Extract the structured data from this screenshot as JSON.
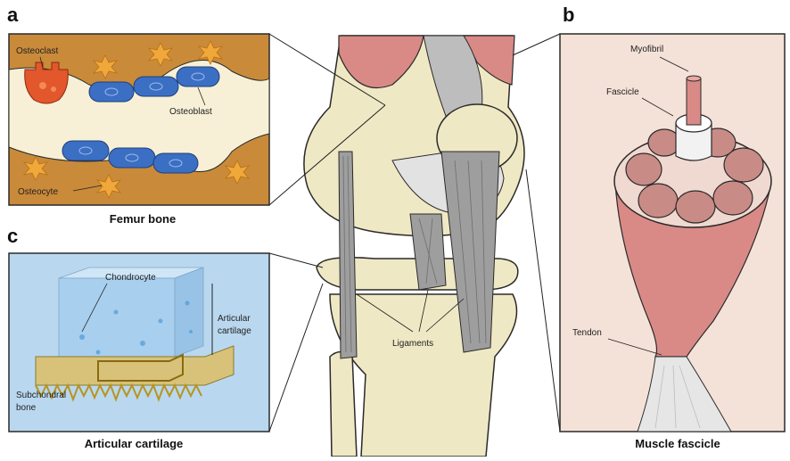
{
  "panels": {
    "a": {
      "letter": "a",
      "caption": "Femur bone",
      "labels": {
        "osteoclast": "Osteoclast",
        "osteoblast": "Osteoblast",
        "osteocyte": "Osteocyte"
      }
    },
    "b": {
      "letter": "b",
      "caption": "Muscle fascicle",
      "labels": {
        "myofibril": "Myofibril",
        "fascicle": "Fascicle",
        "tendon": "Tendon"
      }
    },
    "c": {
      "letter": "c",
      "caption": "Articular cartilage",
      "labels": {
        "chondrocyte": "Chondrocyte",
        "articular_line1": "Articular",
        "articular_line2": "cartilage",
        "subchondral_line1": "Subchondral",
        "subchondral_line2": "bone"
      }
    }
  },
  "knee": {
    "ligaments_label": "Ligaments"
  },
  "colors": {
    "bone": "#efe8c4",
    "bone_outline": "#2a2a2a",
    "muscle": "#d98a86",
    "ligament": "#9e9e9e",
    "osteoclast": "#e2572b",
    "osteoblast": "#3b6fc4",
    "osteocyte": "#f0a83a",
    "femur_matrix": "#c98a3a",
    "marrow": "#f7f0d6",
    "cartilage": "#b9d8ef",
    "subchondral": "#d8c27a",
    "fascicle_bg": "#f4e2d8",
    "tendon": "#e6e6e6"
  }
}
